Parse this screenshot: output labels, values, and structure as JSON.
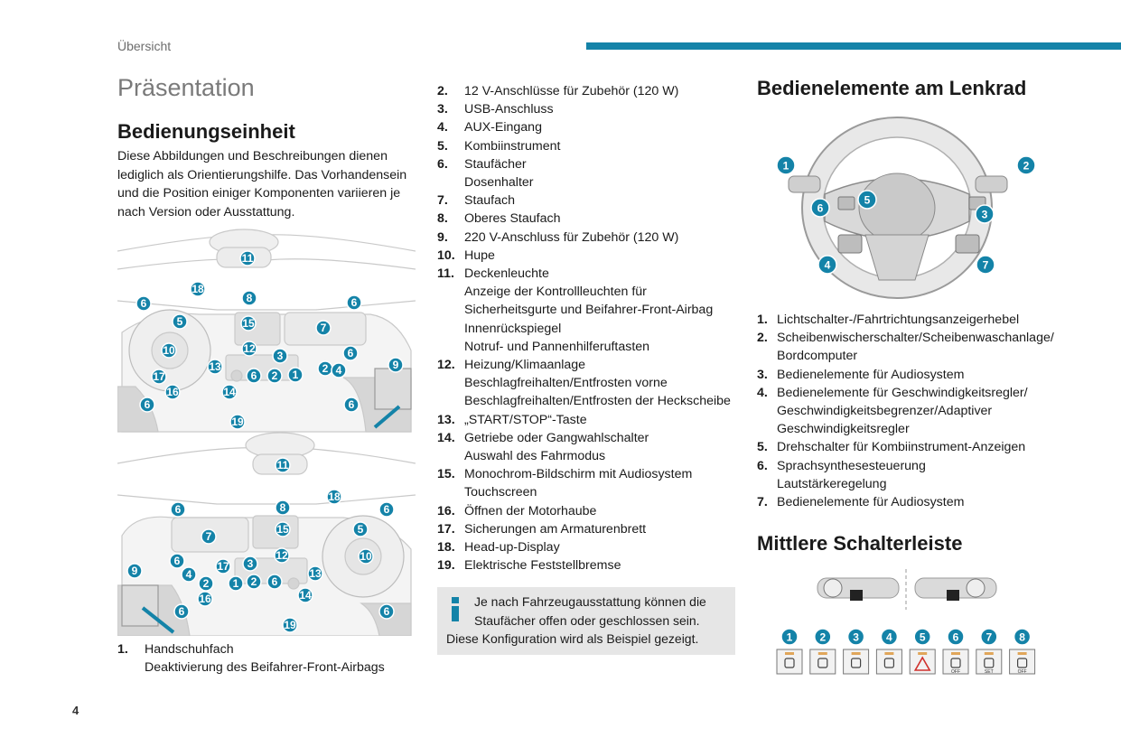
{
  "header": {
    "section_label": "Übersicht",
    "accent_color": "#1483a8"
  },
  "page_title": "Präsentation",
  "bedienungseinheit": {
    "title": "Bedienungseinheit",
    "intro": "Diese Abbildungen und Beschreibungen dienen lediglich als Orientierungshilfe. Das Vorhandensein und die Position einiger Komponenten variieren je nach Version oder Ausstattung."
  },
  "dashboard_callouts": [
    "1",
    "2",
    "3",
    "4",
    "5",
    "6",
    "7",
    "8",
    "9",
    "10",
    "11",
    "12",
    "13",
    "14",
    "15",
    "16",
    "17",
    "18",
    "19"
  ],
  "items": [
    {
      "num": "1.",
      "lines": [
        "Handschuhfach",
        "Deaktivierung des Beifahrer-Front-Airbags"
      ]
    },
    {
      "num": "2.",
      "lines": [
        "12 V-Anschlüsse für Zubehör (120 W)"
      ]
    },
    {
      "num": "3.",
      "lines": [
        "USB-Anschluss"
      ]
    },
    {
      "num": "4.",
      "lines": [
        "AUX-Eingang"
      ]
    },
    {
      "num": "5.",
      "lines": [
        "Kombiinstrument"
      ]
    },
    {
      "num": "6.",
      "lines": [
        "Staufächer",
        "Dosenhalter"
      ]
    },
    {
      "num": "7.",
      "lines": [
        "Staufach"
      ]
    },
    {
      "num": "8.",
      "lines": [
        "Oberes Staufach"
      ]
    },
    {
      "num": "9.",
      "lines": [
        "220 V-Anschluss für Zubehör (120 W)"
      ]
    },
    {
      "num": "10.",
      "lines": [
        "Hupe"
      ]
    },
    {
      "num": "11.",
      "lines": [
        "Deckenleuchte",
        "Anzeige der Kontrollleuchten für",
        "Sicherheitsgurte und Beifahrer-Front-Airbag",
        "Innenrückspiegel",
        "Notruf- und Pannenhilferuftasten"
      ]
    },
    {
      "num": "12.",
      "lines": [
        "Heizung/Klimaanlage",
        "Beschlagfreihalten/Entfrosten vorne",
        "Beschlagfreihalten/Entfrosten der Heckscheibe"
      ]
    },
    {
      "num": "13.",
      "lines": [
        "„START/STOP“-Taste"
      ]
    },
    {
      "num": "14.",
      "lines": [
        "Getriebe oder Gangwahlschalter",
        "Auswahl des Fahrmodus"
      ]
    },
    {
      "num": "15.",
      "lines": [
        "Monochrom-Bildschirm mit Audiosystem",
        "Touchscreen"
      ]
    },
    {
      "num": "16.",
      "lines": [
        "Öffnen der Motorhaube"
      ]
    },
    {
      "num": "17.",
      "lines": [
        "Sicherungen am Armaturenbrett"
      ]
    },
    {
      "num": "18.",
      "lines": [
        "Head-up-Display"
      ]
    },
    {
      "num": "19.",
      "lines": [
        "Elektrische Feststellbremse"
      ]
    }
  ],
  "info": {
    "line1": "Je nach Fahrzeugausstattung können die Staufächer offen oder geschlossen sein.",
    "line1a": "Je nach Fahrzeugausstattung können die",
    "line1b": "Staufächer offen oder geschlossen sein.",
    "line2": "Diese Konfiguration wird als Beispiel gezeigt."
  },
  "lenkrad": {
    "title": "Bedienelemente am Lenkrad",
    "callouts": [
      "1",
      "2",
      "3",
      "4",
      "5",
      "6",
      "7"
    ],
    "items": [
      {
        "num": "1.",
        "lines": [
          "Lichtschalter-/Fahrtrichtungsanzeigerhebel"
        ]
      },
      {
        "num": "2.",
        "lines": [
          "Scheibenwischerschalter/Scheibenwaschanlage/",
          "Bordcomputer"
        ]
      },
      {
        "num": "3.",
        "lines": [
          "Bedienelemente für Audiosystem"
        ]
      },
      {
        "num": "4.",
        "lines": [
          "Bedienelemente für Geschwindigkeitsregler/",
          "Geschwindigkeitsbegrenzer/Adaptiver",
          "Geschwindigkeitsregler"
        ]
      },
      {
        "num": "5.",
        "lines": [
          "Drehschalter für Kombiinstrument-Anzeigen"
        ]
      },
      {
        "num": "6.",
        "lines": [
          "Sprachsynthesesteuerung",
          "Lautstärkeregelung"
        ]
      },
      {
        "num": "7.",
        "lines": [
          "Bedienelemente für Audiosystem"
        ]
      }
    ]
  },
  "schalterleiste": {
    "title": "Mittlere Schalterleiste",
    "callouts": [
      "1",
      "2",
      "3",
      "4",
      "5",
      "6",
      "7",
      "8"
    ],
    "button_labels": [
      "",
      "",
      "",
      "",
      "",
      "OFF",
      "SET",
      "OFF"
    ]
  },
  "page_number": "4"
}
